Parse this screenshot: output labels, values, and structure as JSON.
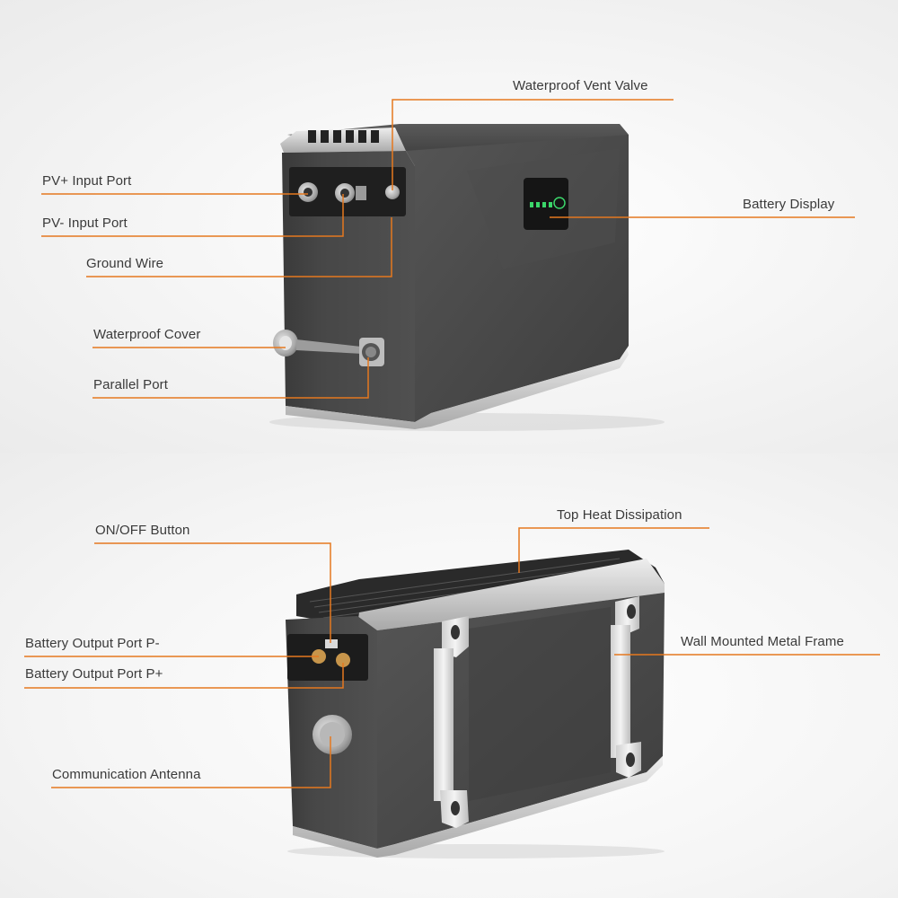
{
  "callouts": {
    "waterproof_vent_valve": "Waterproof Vent Valve",
    "pv_plus_input_port": "PV+ Input Port",
    "pv_minus_input_port": "PV- Input Port",
    "ground_wire": "Ground Wire",
    "battery_display": "Battery Display",
    "waterproof_cover": "Waterproof Cover",
    "parallel_port": "Parallel Port",
    "on_off_button": "ON/OFF Button",
    "top_heat_dissipation": "Top Heat Dissipation",
    "battery_output_port_p_minus": "Battery Output Port P-",
    "battery_output_port_p_plus": "Battery Output Port P+",
    "wall_mounted_metal_frame": "Wall Mounted Metal Frame",
    "communication_antenna": "Communication Antenna"
  },
  "colors": {
    "leader_line": "#e5781f",
    "housing": "#4a4a4a",
    "housing_dark": "#3c3c3c",
    "trim": "#cfcfcf",
    "display_led": "#3bd66a"
  }
}
